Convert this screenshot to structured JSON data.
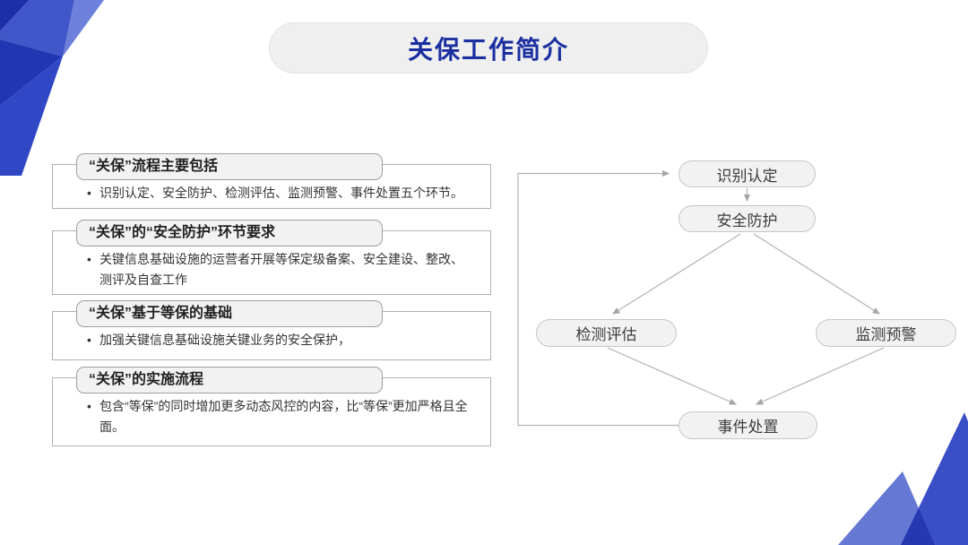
{
  "slide": {
    "title": "关保工作简介"
  },
  "info_boxes": [
    {
      "header": "“关保”流程主要包括",
      "bullet": "识别认定、安全防护、检测评估、监测预警、事件处置五个环节。"
    },
    {
      "header": "“关保”的“安全防护”环节要求",
      "bullet": "关键信息基础设施的运营者开展等保定级备案、安全建设、整改、测评及自查工作"
    },
    {
      "header": "“关保”基于等保的基础",
      "bullet": "加强关键信息基础设施关键业务的安全保护，"
    },
    {
      "header": "“关保”的实施流程",
      "bullet": "包含“等保”的同时增加更多动态风控的内容，比“等保”更加严格且全面。"
    }
  ],
  "flowchart": {
    "nodes": [
      {
        "label": "识别认定"
      },
      {
        "label": "安全防护"
      },
      {
        "label": "检测评估"
      },
      {
        "label": "监测预警"
      },
      {
        "label": "事件处置"
      }
    ],
    "edges": [
      {
        "from": "识别认定",
        "to": "安全防护"
      },
      {
        "from": "安全防护",
        "to": "检测评估"
      },
      {
        "from": "安全防护",
        "to": "监测预警"
      },
      {
        "from": "检测评估",
        "to": "事件处置"
      },
      {
        "from": "监测预警",
        "to": "事件处置"
      },
      {
        "from": "事件处置",
        "to": "识别认定"
      }
    ]
  },
  "colors": {
    "title_text": "#1b2fa0",
    "title_pill_bg": "#efefef",
    "box_border": "#b0b0b0",
    "header_pill_bg": "#f2f2f2",
    "header_pill_border": "#9e9e9e",
    "flow_pill_bg": "#f2f2f2",
    "flow_pill_border": "#c6c6c6",
    "flow_line": "#b3b3b3",
    "text_dark": "#1f1f1f",
    "text_body": "#333333",
    "deco_dark": "#1d2ea6",
    "deco_royal": "#2236b4",
    "deco_medium": "#4156c8",
    "deco_light": "#6d81dc"
  }
}
